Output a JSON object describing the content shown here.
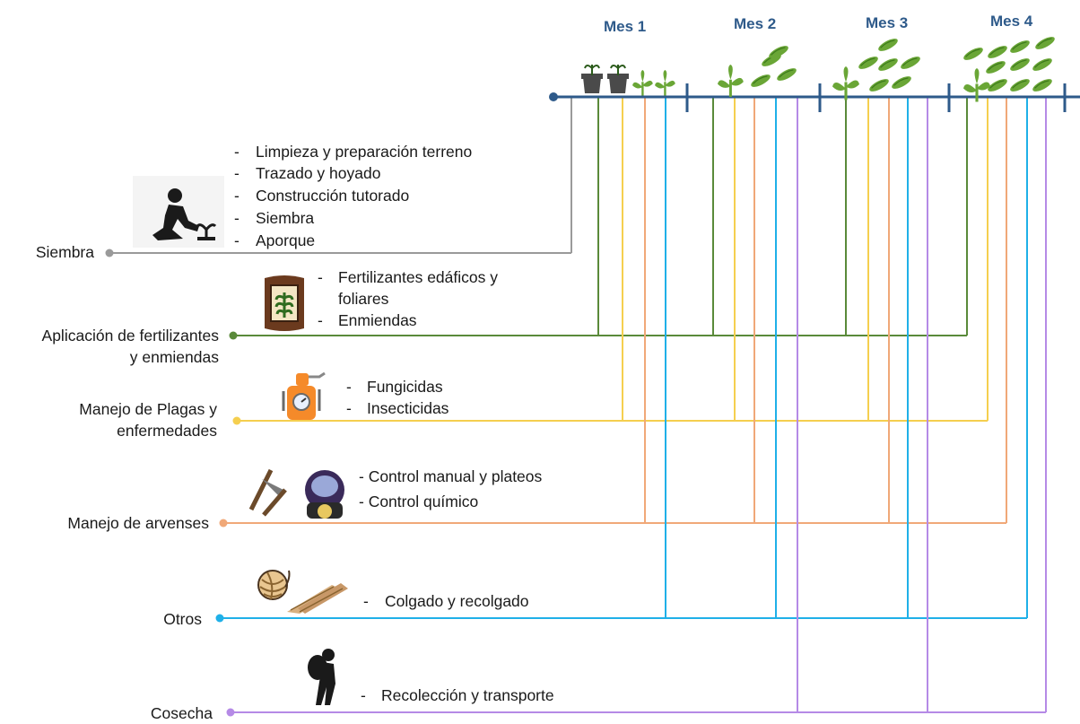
{
  "timeline": {
    "months": [
      "Mes 1",
      "Mes 2",
      "Mes 3",
      "Mes 4"
    ]
  },
  "categories": [
    {
      "label": "Siembra",
      "color": "#9a9a9a",
      "icon": "kneeling-planter-icon",
      "tasks": [
        "Limpieza y preparación terreno",
        "Trazado y hoyado",
        "Construcción tutorado",
        "Siembra",
        "Aporque"
      ]
    },
    {
      "label": "Aplicación de fertilizantes y enmiendas",
      "label_lines": [
        "Aplicación de fertilizantes",
        "y enmiendas"
      ],
      "color": "#5a8a3a",
      "icon": "fertilizer-sack-icon",
      "tasks": [
        "Fertilizantes edáficos y",
        "foliares",
        "Enmiendas"
      ]
    },
    {
      "label": "Manejo de Plagas y enfermedades",
      "label_lines": [
        "Manejo de Plagas y",
        "enfermedades"
      ],
      "color": "#f5cf4f",
      "icon": "sprayer-icon",
      "tasks": [
        "Fungicidas",
        "Insecticidas"
      ]
    },
    {
      "label": "Manejo de arvenses",
      "color": "#f0a878",
      "icon": "hoe-and-gas-mask-icon",
      "tasks": [
        "- Control manual y plateos",
        "- Control químico"
      ]
    },
    {
      "label": "Otros",
      "color": "#1fb0e8",
      "icon": "twine-and-wood-icon",
      "tasks": [
        "Colgado y recolgado"
      ]
    },
    {
      "label": "Cosecha",
      "color": "#b58ae6",
      "icon": "harvester-with-sack-icon",
      "tasks": [
        "Recolección y transporte"
      ]
    }
  ],
  "colors": {
    "timeline": "#2e5a8a",
    "month_label": "#2e5a8a",
    "plant": "#6aa636",
    "pod": "#6aa636",
    "pot": "#4a4a4a"
  },
  "growth_stage_icons": [
    "seedling-in-pot-icon",
    "sprout-icon",
    "plant-icon",
    "bean-pod-icon"
  ]
}
